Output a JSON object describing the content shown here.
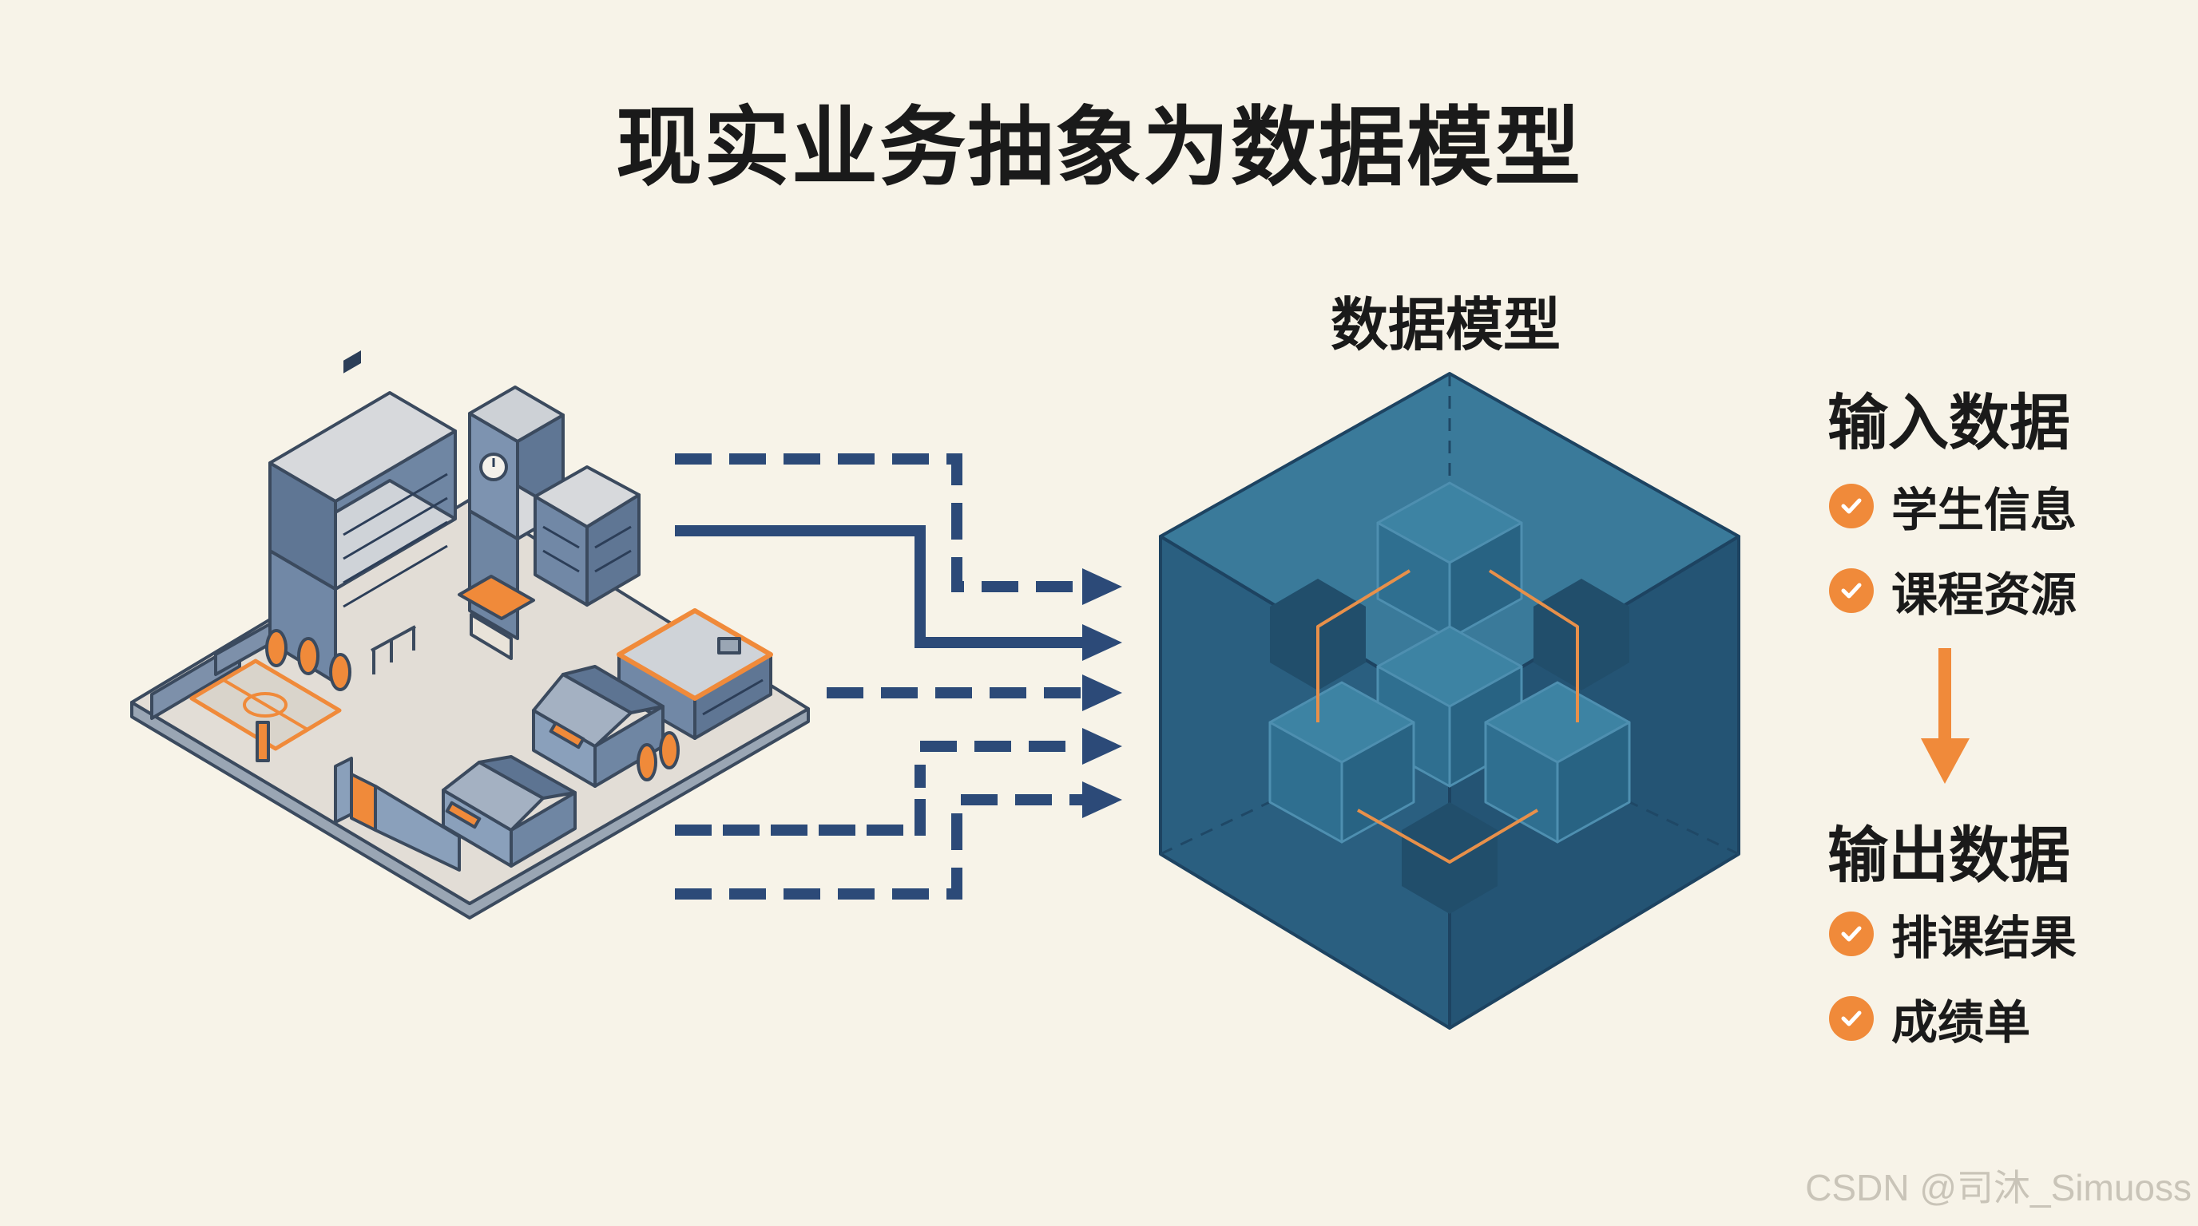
{
  "title": "现实业务抽象为数据模型",
  "model": {
    "title": "数据模型"
  },
  "input": {
    "heading": "输入数据",
    "items": [
      "学生信息",
      "课程资源"
    ]
  },
  "output": {
    "heading": "输出数据",
    "items": [
      "排课结果",
      "成绩单"
    ]
  },
  "watermark": "CSDN @司沐_Simuoss",
  "colors": {
    "background": "#f7f3e8",
    "navy": "#2c4a78",
    "cube_face": "#2f6a8c",
    "accent_orange": "#f08a3a",
    "building_slate": "#6f86a3"
  },
  "icons": {
    "school": "school-campus-icon",
    "cube": "data-cube-icon",
    "check": "check-circle-icon",
    "arrow": "down-arrow-icon"
  }
}
